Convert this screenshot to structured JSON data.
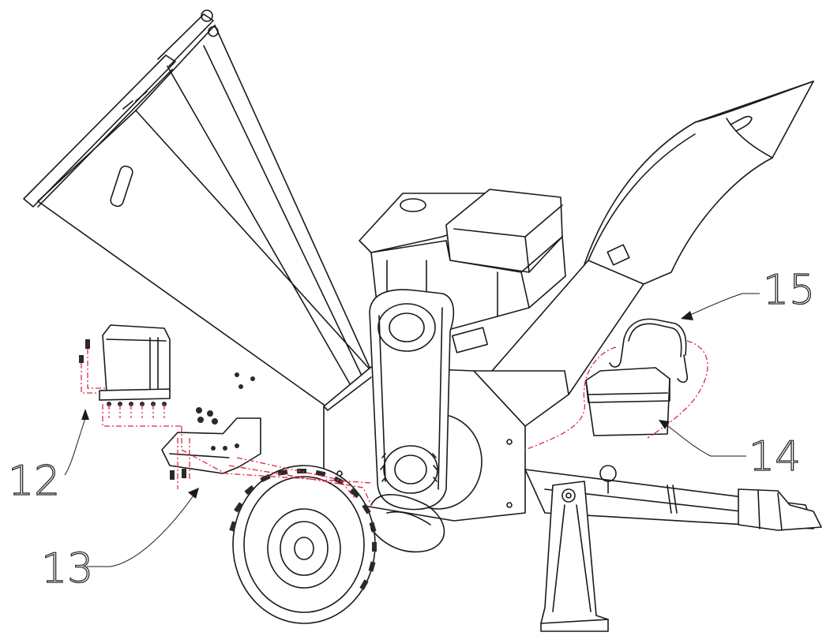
{
  "callouts": [
    {
      "id": "12",
      "label": "12"
    },
    {
      "id": "13",
      "label": "13"
    },
    {
      "id": "14",
      "label": "14"
    },
    {
      "id": "15",
      "label": "15"
    }
  ],
  "colors": {
    "line": "#1a1a1a",
    "assembly_path": "#e0264a",
    "background": "#ffffff"
  }
}
